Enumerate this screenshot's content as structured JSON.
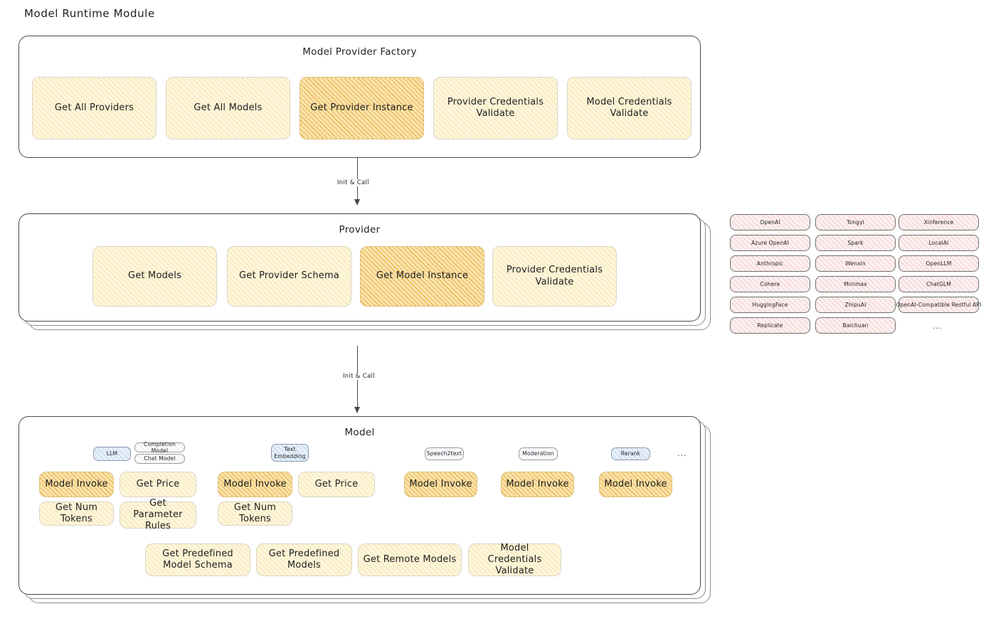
{
  "page": {
    "title": "Model Runtime Module"
  },
  "factory": {
    "title": "Model Provider Factory",
    "boxes": [
      {
        "label": "Get All Providers",
        "emphasis": "light"
      },
      {
        "label": "Get All Models",
        "emphasis": "light"
      },
      {
        "label": "Get Provider Instance",
        "emphasis": "strong"
      },
      {
        "label": "Provider Credentials Validate",
        "emphasis": "light"
      },
      {
        "label": "Model Credentials Validate",
        "emphasis": "light"
      }
    ]
  },
  "arrows": [
    {
      "label": "Init & Call"
    },
    {
      "label": "Init & Call"
    }
  ],
  "provider": {
    "title": "Provider",
    "boxes": [
      {
        "label": "Get Models",
        "emphasis": "light"
      },
      {
        "label": "Get Provider Schema",
        "emphasis": "light"
      },
      {
        "label": "Get Model Instance",
        "emphasis": "strong"
      },
      {
        "label": "Provider Credentials Validate",
        "emphasis": "light"
      }
    ]
  },
  "provider_list": {
    "columns": [
      [
        "OpenAI",
        "Azure OpenAI",
        "Anthropic",
        "Cohere",
        "HuggingFace",
        "Replicate"
      ],
      [
        "Tongyi",
        "Spark",
        "Wenxin",
        "Minimax",
        "ZhipuAI",
        "Baichuan"
      ],
      [
        "Xinference",
        "LocalAI",
        "OpenLLM",
        "ChatGLM",
        "OpenAI-Compatible Restful API"
      ]
    ],
    "more": "..."
  },
  "model": {
    "title": "Model",
    "more": "...",
    "types": [
      {
        "name": "LLM",
        "style": "blue",
        "subtags": [
          "Completion Model",
          "Chat Model"
        ],
        "boxes": [
          {
            "label": "Model Invoke",
            "emphasis": "strong"
          },
          {
            "label": "Get Price",
            "emphasis": "light"
          },
          {
            "label": "Get Num Tokens",
            "emphasis": "light"
          },
          {
            "label": "Get Parameter Rules",
            "emphasis": "light"
          }
        ]
      },
      {
        "name": "Text Embedding",
        "style": "blue",
        "subtags": [],
        "boxes": [
          {
            "label": "Model Invoke",
            "emphasis": "strong"
          },
          {
            "label": "Get Price",
            "emphasis": "light"
          },
          {
            "label": "Get Num Tokens",
            "emphasis": "light"
          }
        ]
      },
      {
        "name": "Speech2text",
        "style": "plain",
        "subtags": [],
        "boxes": [
          {
            "label": "Model Invoke",
            "emphasis": "strong"
          }
        ]
      },
      {
        "name": "Moderation",
        "style": "plain",
        "subtags": [],
        "boxes": [
          {
            "label": "Model Invoke",
            "emphasis": "strong"
          }
        ]
      },
      {
        "name": "Rerank",
        "style": "blue",
        "subtags": [],
        "boxes": [
          {
            "label": "Model Invoke",
            "emphasis": "strong"
          }
        ]
      }
    ],
    "common_boxes": [
      {
        "label": "Get Predefined Model Schema",
        "emphasis": "light"
      },
      {
        "label": "Get Predefined Models",
        "emphasis": "light"
      },
      {
        "label": "Get Remote Models",
        "emphasis": "light"
      },
      {
        "label": "Model Credentials Validate",
        "emphasis": "light"
      }
    ]
  },
  "colors": {
    "accent_strong": "#e9b23e",
    "accent_light": "#fdf6df",
    "provider_chip": "#fdf0f0",
    "tag_blue": "#e7f0f9",
    "stroke": "#4a4a4a"
  }
}
